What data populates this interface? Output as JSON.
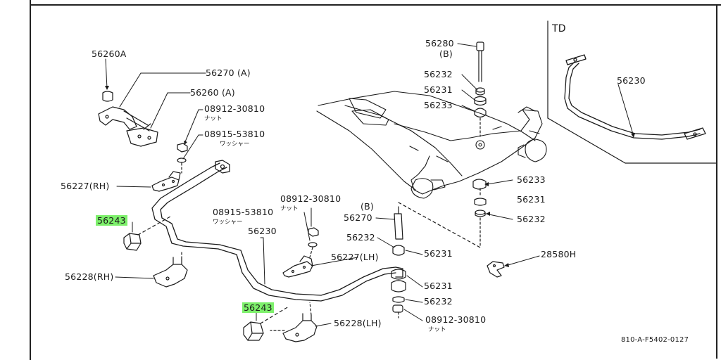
{
  "diagram": {
    "variant_label": "TD",
    "figure_code": "810-A-F5402-0127",
    "labels": {
      "p56260A": "56260A",
      "p56270A": "56270 (A)",
      "p56260A2": "56260 (A)",
      "p08912a": "08912-30810",
      "nut_a": "ナット",
      "p08915a": "08915-53810",
      "washer_a": "ワッシャー",
      "p56227rh": "56227(RH)",
      "p56243a": "56243",
      "p56228rh": "56228(RH)",
      "p08912b": "08912-30810",
      "nut_b": "ナット",
      "p08915b": "08915-53810",
      "washer_b": "ワッシャー",
      "p56230": "56230",
      "p56227lh": "56227(LH)",
      "p56243b": "56243",
      "p56228lh": "56228(LH)",
      "b_label": "(B)",
      "p56270": "56270",
      "p56232a": "56232",
      "p56231a": "56231",
      "p56231b": "56231",
      "p56232b": "56232",
      "p08912c": "08912-30810",
      "nut_c": "ナット",
      "p56280": "56280",
      "b_label2": "(B)",
      "p56232c": "56232",
      "p56231c": "56231",
      "p56233a": "56233",
      "p56233b": "56233",
      "p56231d": "56231",
      "p56232d": "56232",
      "p28580h": "28580H",
      "p56230td": "56230"
    },
    "highlight_color": "#7df06b"
  }
}
